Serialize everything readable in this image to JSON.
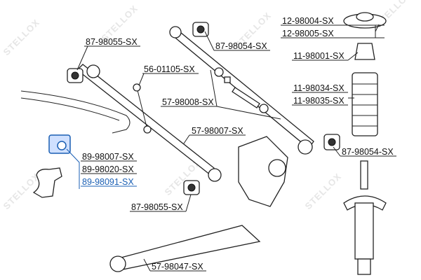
{
  "watermark": "STELLOX",
  "labels": {
    "l1": "12-98004-SX",
    "l2": "12-98005-SX",
    "l3": "87-98055-SX",
    "l4": "87-98054-SX",
    "l5": "11-98001-SX",
    "l6": "56-01105-SX",
    "l7": "11-98034-SX",
    "l8": "11-98035-SX",
    "l9": "57-98008-SX",
    "l10": "57-98007-SX",
    "l11": "87-98054-SX",
    "l12": "89-98007-SX",
    "l13": "89-98020-SX",
    "l14": "89-98091-SX",
    "l15": "87-98055-SX",
    "l16": "57-98047-SX"
  },
  "highlight_color": "#1a5fb4"
}
